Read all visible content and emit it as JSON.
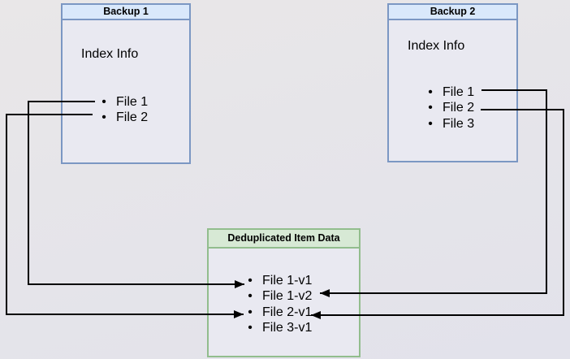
{
  "backup1": {
    "title": "Backup 1",
    "index_label": "Index Info",
    "files": [
      "File 1",
      "File 2"
    ]
  },
  "backup2": {
    "title": "Backup 2",
    "index_label": "Index Info",
    "files": [
      "File 1",
      "File 2",
      "File 3"
    ]
  },
  "dedup": {
    "title": "Deduplicated Item Data",
    "items": [
      "File 1-v1",
      "File 1-v2",
      "File 2-v1",
      "File 3-v1"
    ]
  },
  "bullet_glyph": "•",
  "connections": [
    {
      "from": "Backup 1 / File 1",
      "to": "File 1-v1"
    },
    {
      "from": "Backup 1 / File 2",
      "to": "File 2-v1"
    },
    {
      "from": "Backup 2 / File 1",
      "to": "File 1-v2"
    },
    {
      "from": "Backup 2 / File 2",
      "to": "File 2-v1"
    }
  ],
  "colors": {
    "page_bg_top": "#e9e7e8",
    "page_bg_bottom": "#e2e2eb",
    "box_body_fill": "#e9e9f1",
    "blue_header_fill": "#d9e8fb",
    "blue_border": "#7b97c3",
    "green_header_fill": "#d7e9d5",
    "green_border": "#92bd8d",
    "connector": "#000000",
    "text": "#000000"
  }
}
